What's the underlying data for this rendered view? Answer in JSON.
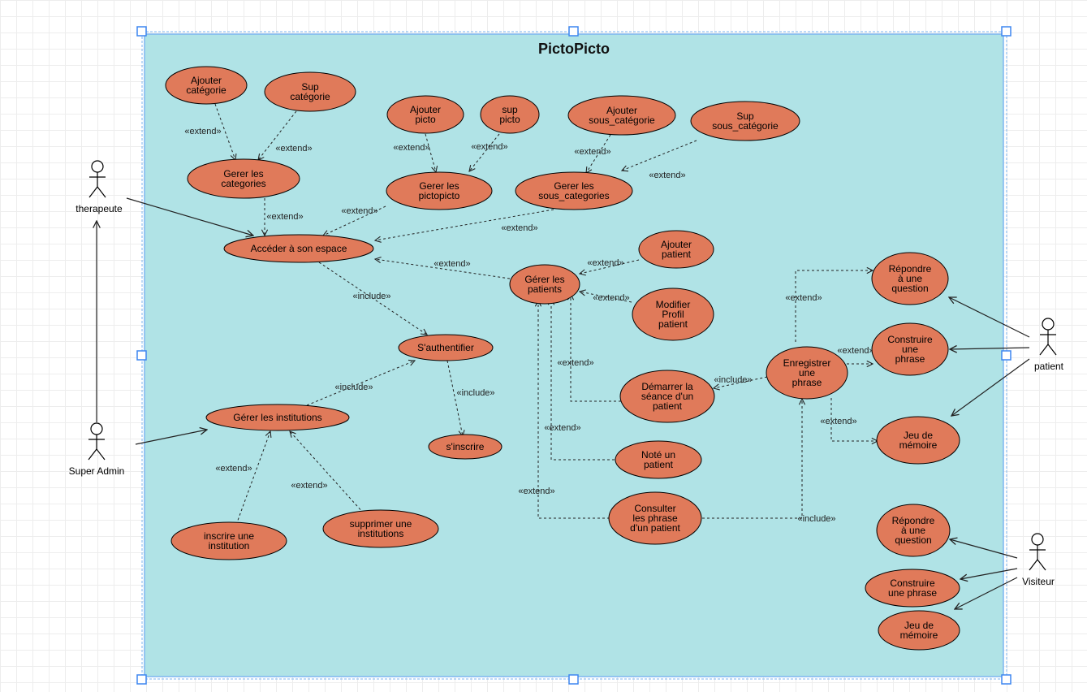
{
  "system": {
    "title": "PictoPicto"
  },
  "actors": {
    "therapeute": "therapeute",
    "super_admin": "Super Admin",
    "patient": "patient",
    "visiteur": "Visiteur"
  },
  "use_cases": {
    "ajouter_categorie": [
      "Ajouter",
      "catégorie"
    ],
    "sup_categorie": [
      "Sup",
      "catégorie"
    ],
    "ajouter_picto": [
      "Ajouter",
      "picto"
    ],
    "sup_picto": [
      "sup",
      "picto"
    ],
    "ajouter_sous_categorie": [
      "Ajouter",
      "sous_catégorie"
    ],
    "sup_sous_categorie": [
      "Sup",
      "sous_catégorie"
    ],
    "gerer_categories": [
      "Gerer les",
      "categories"
    ],
    "gerer_pictopicto": [
      "Gerer les",
      "pictopicto"
    ],
    "gerer_sous_categories": [
      "Gerer les",
      "sous_categories"
    ],
    "acceder_espace": [
      "Accéder à son espace"
    ],
    "ajouter_patient": [
      "Ajouter",
      "patient"
    ],
    "gerer_patients": [
      "Gérer les",
      "patients"
    ],
    "modifier_profil": [
      "Modifier",
      "Profil",
      "patient"
    ],
    "authentifier": [
      "S'authentifier"
    ],
    "inscrire": [
      "s'inscrire"
    ],
    "gerer_institutions": [
      "Gérer les institutions"
    ],
    "inscrire_institution": [
      "inscrire une",
      "institution"
    ],
    "supprimer_institutions": [
      "supprimer une",
      "institutions"
    ],
    "demarrer_seance": [
      "Démarrer la",
      "séance d'un",
      "patient"
    ],
    "note_patient": [
      "Noté un",
      "patient"
    ],
    "consulter_phrase": [
      "Consulter",
      "les phrase",
      "d'un patient"
    ],
    "enregistrer_phrase": [
      "Enregistrer",
      "une",
      "phrase"
    ],
    "repondre_question_p": [
      "Répondre",
      "à une",
      "question"
    ],
    "construire_phrase_p": [
      "Construire",
      "une",
      "phrase"
    ],
    "jeu_memoire_p": [
      "Jeu  de",
      "mémoire"
    ],
    "repondre_question_v": [
      "Répondre",
      "à une",
      "question"
    ],
    "construire_phrase_v": [
      "Construire",
      "une phrase"
    ],
    "jeu_memoire_v": [
      "Jeu  de",
      "mémoire"
    ]
  },
  "relation_labels": {
    "extend": "«extend»",
    "include": "«include»"
  },
  "colors": {
    "system_fill": "#b0e3e6",
    "system_stroke": "#7eb6f0",
    "use_case_fill": "#e07a5a",
    "use_case_stroke": "#000000",
    "handle": "#3d86f0"
  }
}
